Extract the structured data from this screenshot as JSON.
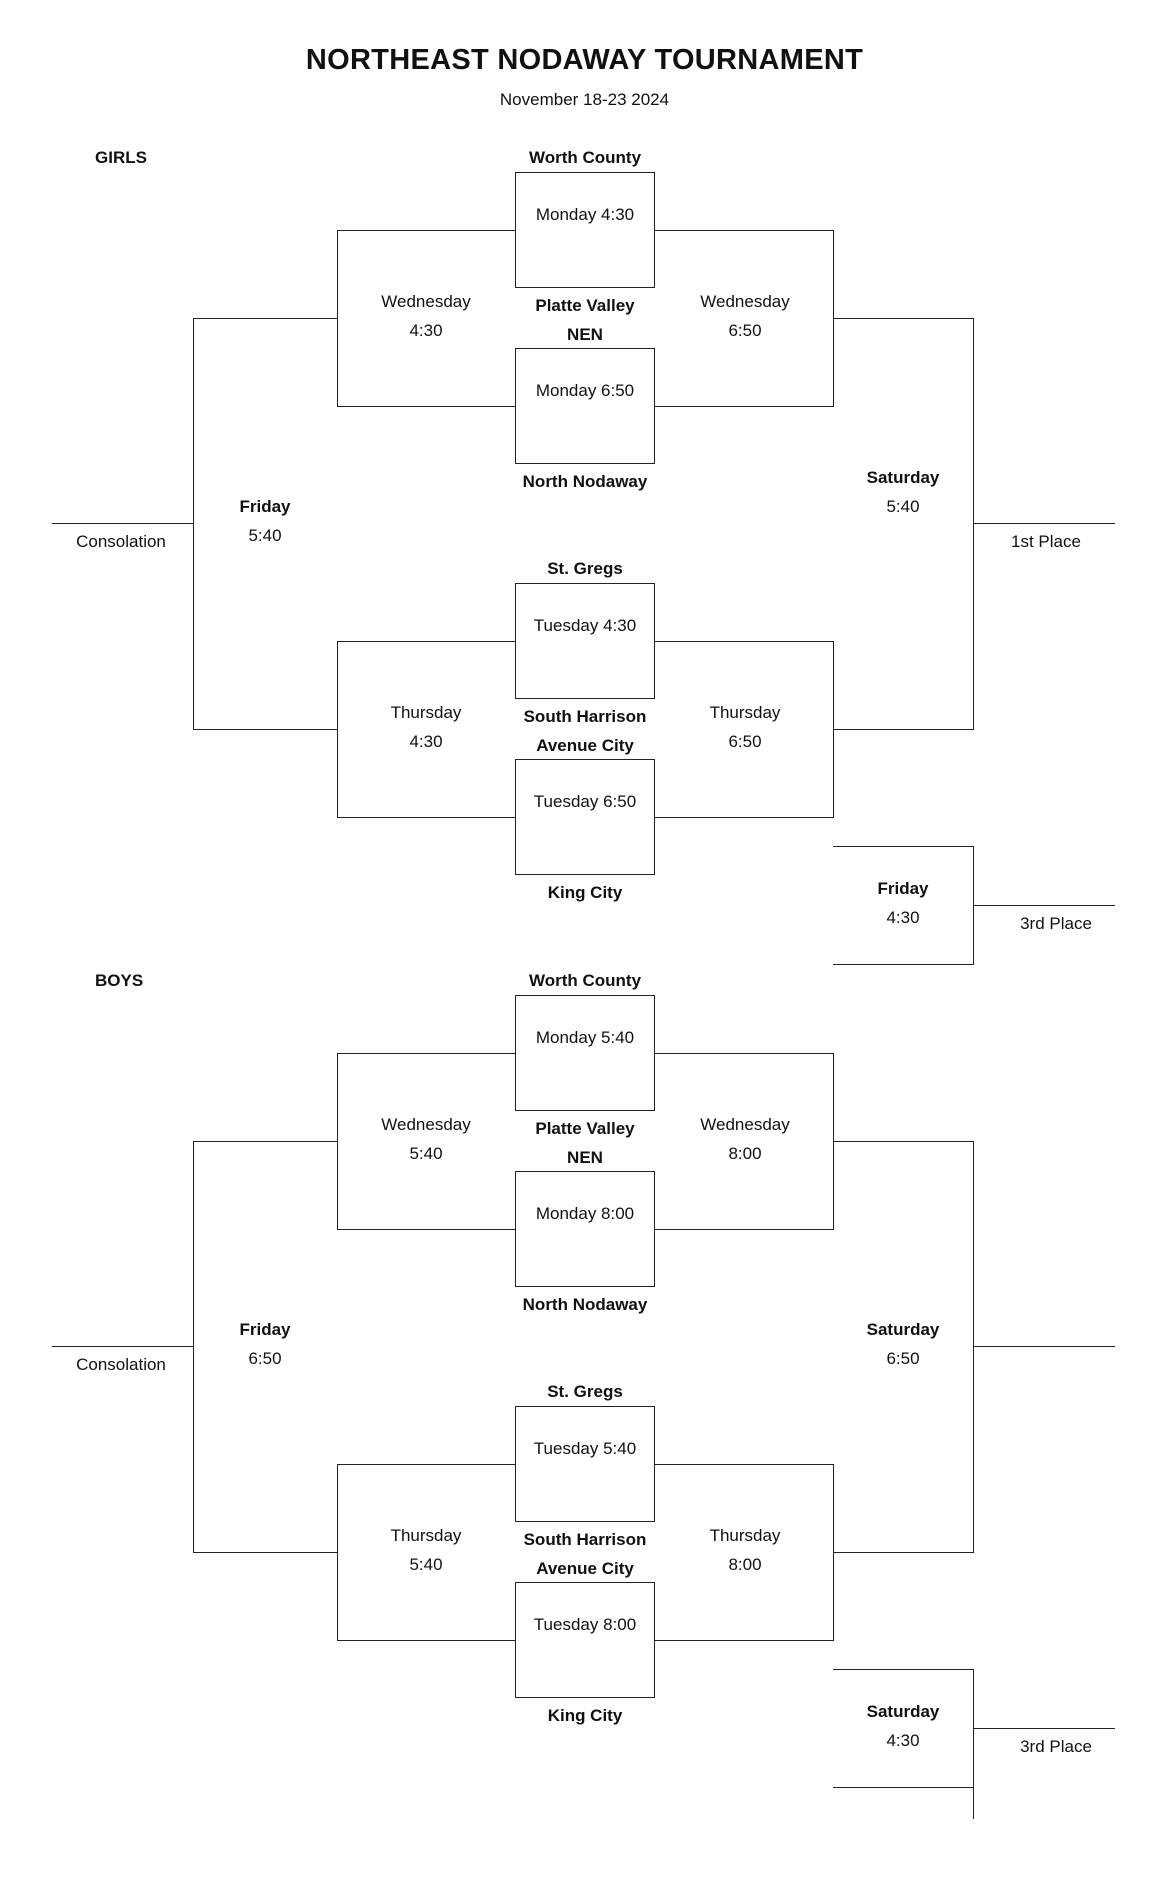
{
  "title": "NORTHEAST NODAWAY TOURNAMENT",
  "dates": "November 18-23 2024",
  "girls": {
    "label": "GIRLS",
    "teams": {
      "worth_county": "Worth County",
      "platte_valley": "Platte Valley",
      "nen": "NEN",
      "north_nodaway": "North Nodaway",
      "st_gregs": "St. Gregs",
      "south_harrison": "South Harrison",
      "avenue_city": "Avenue City",
      "king_city": "King City"
    },
    "games": {
      "g1": "Monday 4:30",
      "g2": "Monday 6:50",
      "g3": "Tuesday 4:30",
      "g4": "Tuesday 6:50"
    },
    "rounds": {
      "wed_cons_day": "Wednesday",
      "wed_cons_time": "4:30",
      "wed_win_day": "Wednesday",
      "wed_win_time": "6:50",
      "thu_cons_day": "Thursday",
      "thu_cons_time": "4:30",
      "thu_win_day": "Thursday",
      "thu_win_time": "6:50",
      "cons_final_day": "Friday",
      "cons_final_time": "5:40",
      "final_day": "Saturday",
      "final_time": "5:40",
      "third_day": "Friday",
      "third_time": "4:30"
    },
    "consolation": "Consolation",
    "first_place": "1st Place",
    "third_place": "3rd Place"
  },
  "boys": {
    "label": "BOYS",
    "teams": {
      "worth_county": "Worth County",
      "platte_valley": "Platte Valley",
      "nen": "NEN",
      "north_nodaway": "North Nodaway",
      "st_gregs": "St. Gregs",
      "south_harrison": "South Harrison",
      "avenue_city": "Avenue City",
      "king_city": "King City"
    },
    "games": {
      "g1": "Monday 5:40",
      "g2": "Monday 8:00",
      "g3": "Tuesday 5:40",
      "g4": "Tuesday 8:00"
    },
    "rounds": {
      "wed_cons_day": "Wednesday",
      "wed_cons_time": "5:40",
      "wed_win_day": "Wednesday",
      "wed_win_time": "8:00",
      "thu_cons_day": "Thursday",
      "thu_cons_time": "5:40",
      "thu_win_day": "Thursday",
      "thu_win_time": "8:00",
      "cons_final_day": "Friday",
      "cons_final_time": "6:50",
      "final_day": "Saturday",
      "final_time": "6:50",
      "third_day": "Saturday",
      "third_time": "4:30"
    },
    "consolation": "Consolation",
    "first_place": "",
    "third_place": "3rd Place"
  }
}
